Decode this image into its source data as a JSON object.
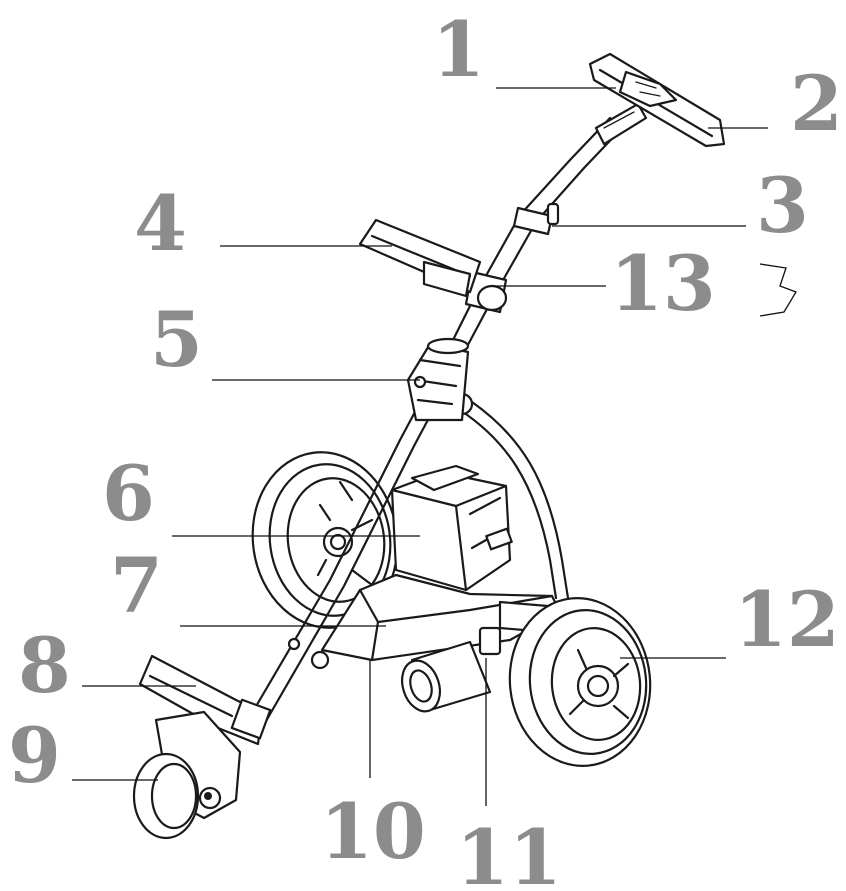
{
  "callouts": [
    {
      "id": "1",
      "label": "1"
    },
    {
      "id": "2",
      "label": "2"
    },
    {
      "id": "3",
      "label": "3"
    },
    {
      "id": "4",
      "label": "4"
    },
    {
      "id": "5",
      "label": "5"
    },
    {
      "id": "6",
      "label": "6"
    },
    {
      "id": "7",
      "label": "7"
    },
    {
      "id": "8",
      "label": "8"
    },
    {
      "id": "9",
      "label": "9"
    },
    {
      "id": "10",
      "label": "10"
    },
    {
      "id": "11",
      "label": "11"
    },
    {
      "id": "12",
      "label": "12"
    },
    {
      "id": "13",
      "label": "13"
    }
  ],
  "colors": {
    "callout_text": "#8c8c8c",
    "line": "#1a1a1a",
    "background": "#ffffff"
  }
}
